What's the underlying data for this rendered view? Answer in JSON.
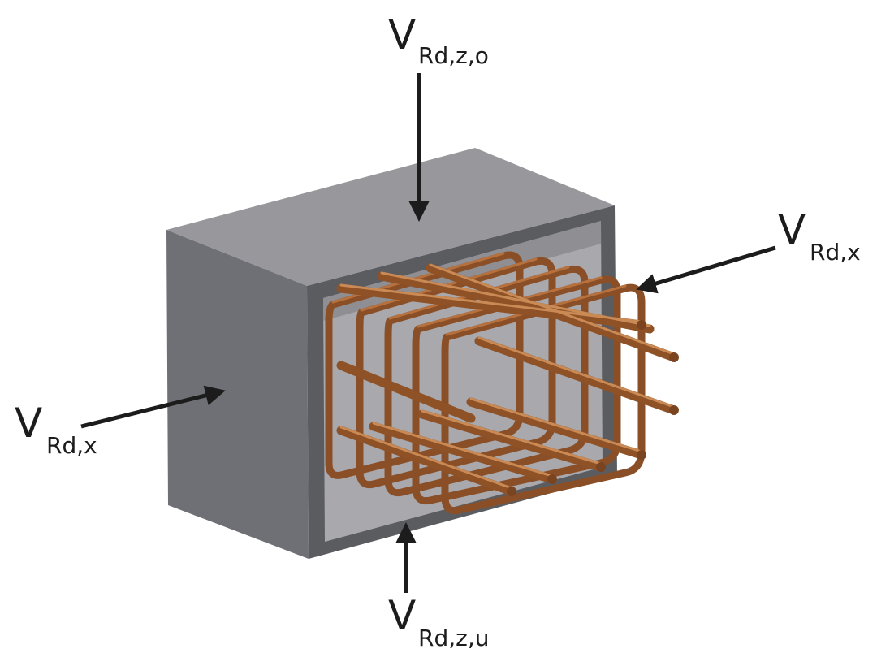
{
  "labels": {
    "top": {
      "main": "V",
      "sub": "Rd,z,o"
    },
    "right": {
      "main": "V",
      "sub": "Rd,x"
    },
    "left": {
      "main": "V",
      "sub": "Rd,x"
    },
    "bottom": {
      "main": "V",
      "sub": "Rd,z,u"
    }
  },
  "colors": {
    "concrete_front": "#6f7075",
    "concrete_top": "#97979c",
    "concrete_side": "#5b5c60",
    "cavity": "#a8a8ad",
    "rebar": "#9a5a2c",
    "rebar_highlight": "#c27a44",
    "arrow": "#1c1c1c"
  }
}
